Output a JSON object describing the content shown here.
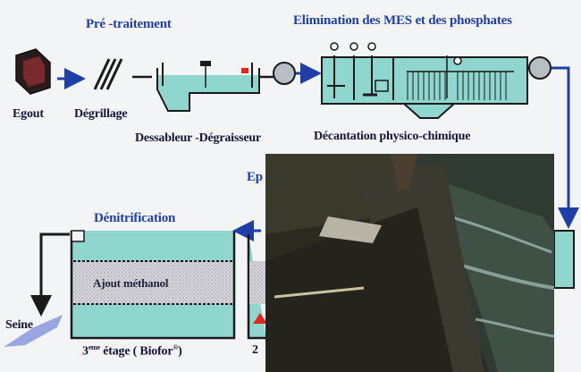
{
  "stages": {
    "pretreatment_title": "Pré -traitement",
    "mes_title": "Elimination  des MES et des phosphates",
    "denitrification_title": "Dénitrification",
    "epuration_partial": "Ep"
  },
  "units": {
    "egout": "Egout",
    "degrillage": "Dégrillage",
    "dessableur": "Dessableur -Dégraisseur",
    "decantation": "Décantation  physico-chimique",
    "ajout_methanol": "Ajout méthanol",
    "seine": "Seine",
    "stage3_label": "3ème étage ( Biofor®)",
    "stage3_prefix": "3",
    "stage3_sup": "eme",
    "stage3_rest": " étage ( Biofor",
    "stage3_reg": "®",
    "stage3_close": ")",
    "stage2_partial": "2"
  },
  "colors": {
    "water": "#8fd6cf",
    "water_dark": "#6cc2bb",
    "flow_arrow": "#1f3fa6",
    "title_blue": "#1f3fa6",
    "label_dark": "#12163a",
    "tank_outline": "#1a1a1a",
    "methanol_fill": "#cfcfd4",
    "inlet_red": "#e0281c",
    "photo_water": "#3b4a3a"
  },
  "icons": {
    "egout": "sewer-inlet-icon",
    "degrillage": "screen-bars-icon",
    "pump": "pump-circle-icon"
  }
}
